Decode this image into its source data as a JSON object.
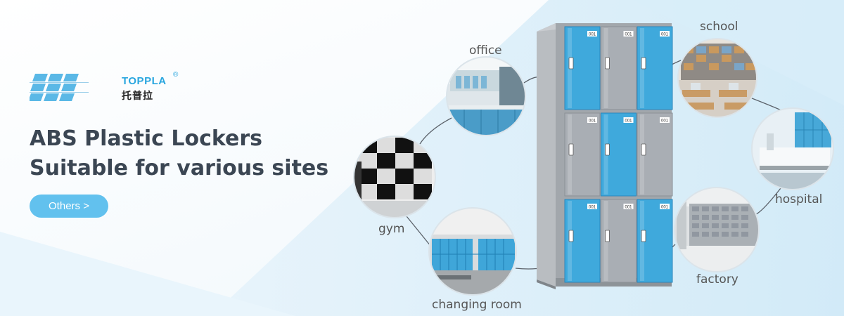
{
  "brand": {
    "name_en": "TOPPLA",
    "registered_mark": "®",
    "name_cn": "托普拉"
  },
  "headline": {
    "line1": "ABS Plastic Lockers",
    "line2": "Suitable for various sites"
  },
  "cta": {
    "label": "Others >"
  },
  "locker": {
    "door_number": "001"
  },
  "sites": {
    "office": "office",
    "gym": "gym",
    "changing_room": "changing room",
    "school": "school",
    "hospital": "hospital",
    "factory": "factory"
  },
  "colors": {
    "accent": "#62c1ee",
    "brand_blue": "#29a6df",
    "locker_blue": "#3fa9dc",
    "locker_gray": "#a9aeb4",
    "headline": "#3b4653"
  }
}
